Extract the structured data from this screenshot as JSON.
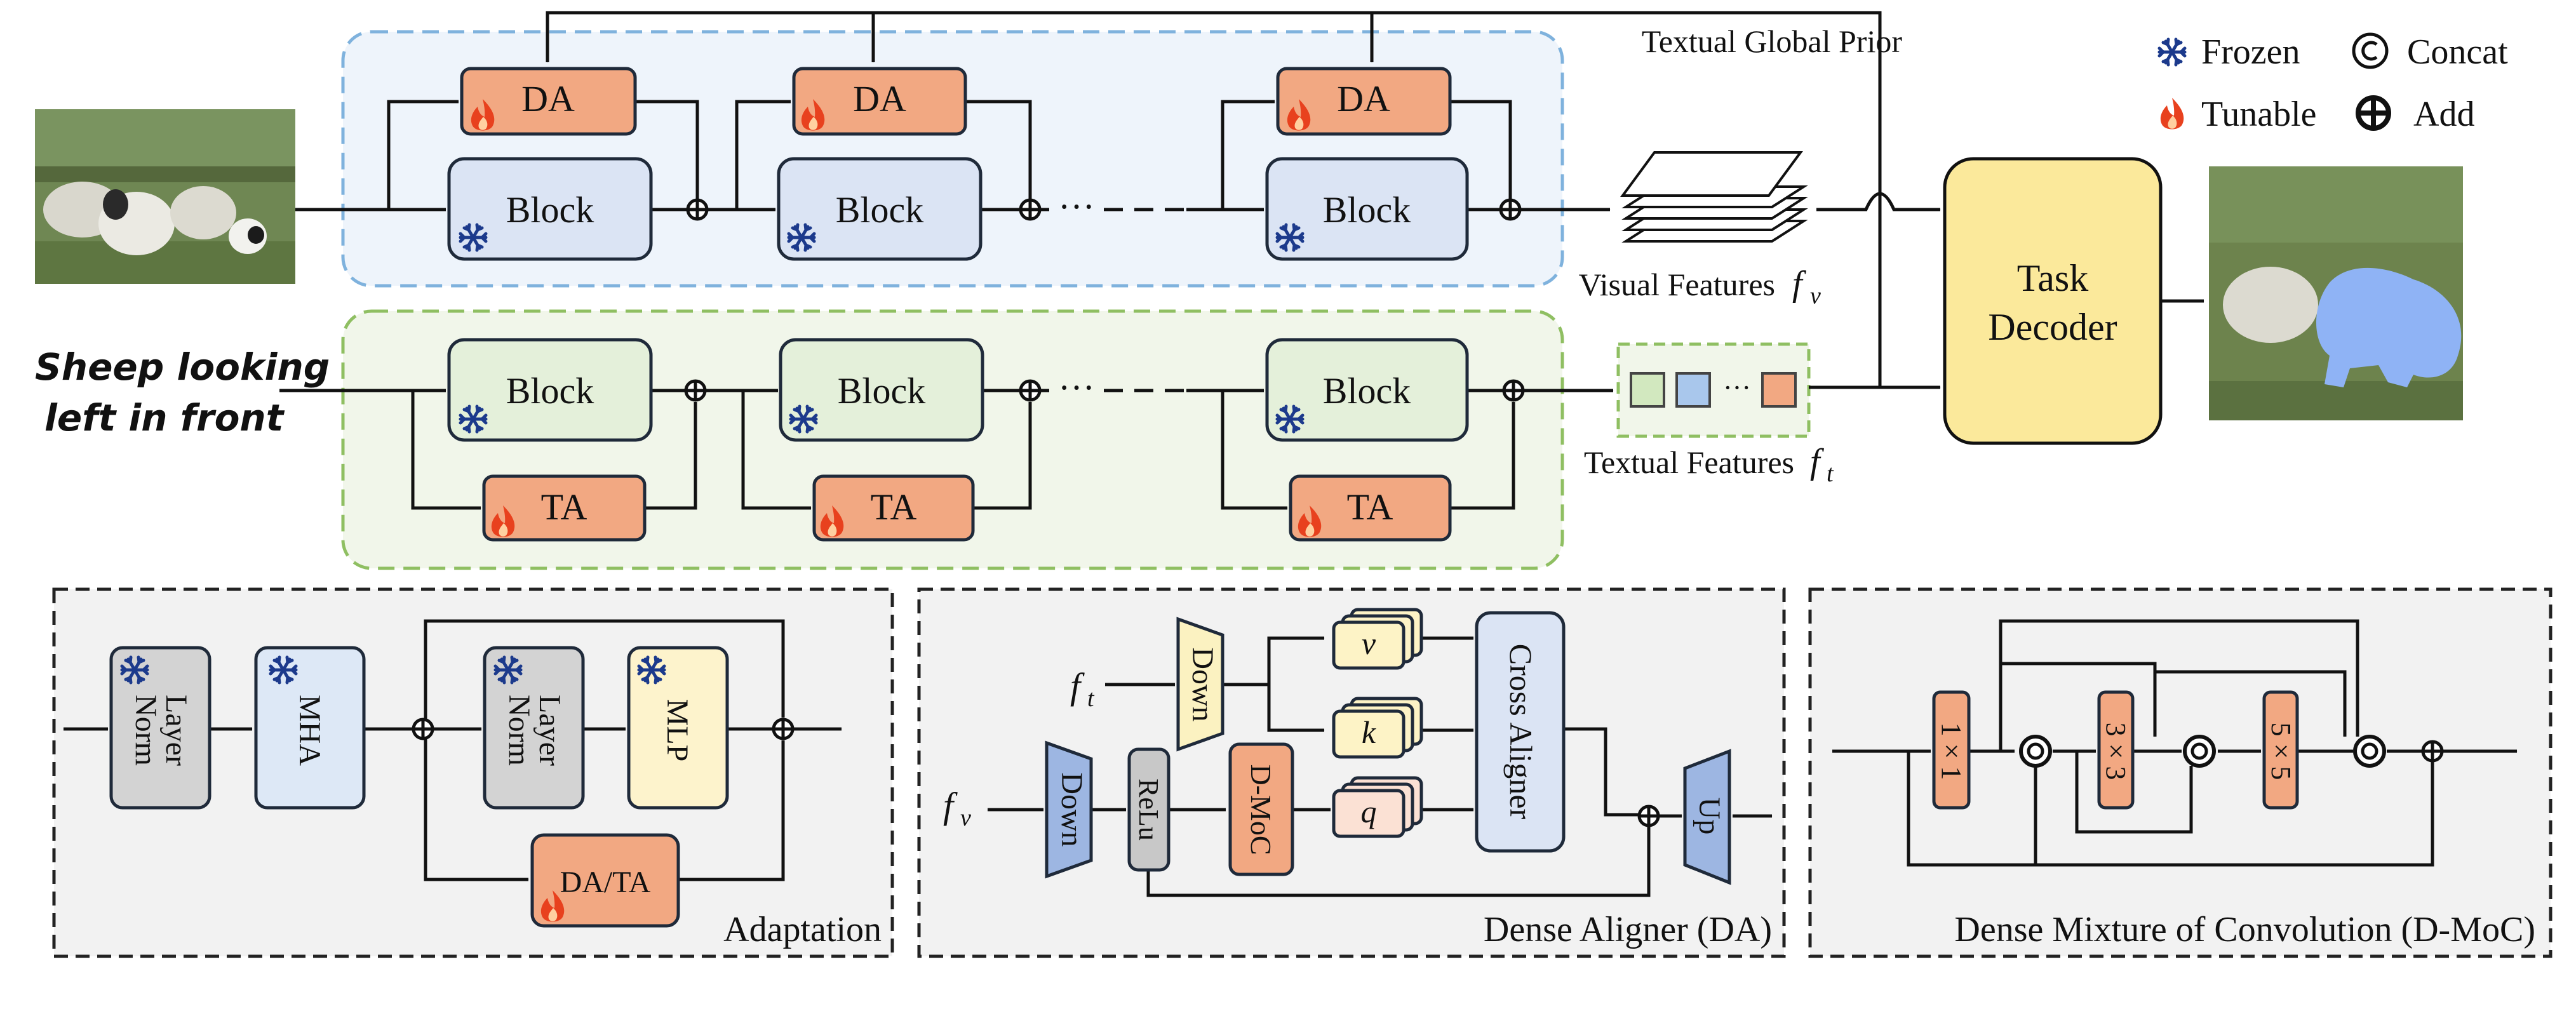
{
  "legend": {
    "frozen": "Frozen",
    "tunable": "Tunable",
    "concat": "Concat",
    "add": "Add"
  },
  "top": {
    "da_label": "DA",
    "block_label": "Block",
    "textual_global_prior": "Textual Global Prior",
    "visual_features": "Visual Features",
    "visual_sym": "f",
    "visual_sub": "v"
  },
  "text_branch": {
    "query_line1": "Sheep looking",
    "query_line2": "left in front",
    "block_label": "Block",
    "ta_label": "TA",
    "textual_features": "Textual Features",
    "textual_sym": "f",
    "textual_sub": "t"
  },
  "decoder": {
    "line1": "Task",
    "line2": "Decoder"
  },
  "dots": "···",
  "adaptation": {
    "title": "Adaptation",
    "layer_norm_1": "Layer",
    "layer_norm_2": "Norm",
    "mha": "MHA",
    "mlp": "MLP",
    "da_ta": "DA/TA"
  },
  "dense_aligner": {
    "title": "Dense Aligner (DA)",
    "ft_sym": "f",
    "ft_sub": "t",
    "fv_sym": "f",
    "fv_sub": "v",
    "down": "Down",
    "relu": "ReLu",
    "dmoc": "D-MoC",
    "v": "v",
    "k": "k",
    "q": "q",
    "cross_aligner": "Cross Aligner",
    "up": "Up"
  },
  "dmoc": {
    "title": "Dense Mixture of Convolution (D-MoC)",
    "conv1": "1 × 1",
    "conv3": "3 × 3",
    "conv5": "5 × 5"
  },
  "colors": {
    "orange": "#f2a882",
    "blue_block": "#dbe4f4",
    "green_block": "#e4f0da",
    "decoder": "#fbe99b",
    "panel_blue": "#eef4fb",
    "panel_green": "#f1f6ea",
    "panel_gray": "#f2f2f2",
    "ln_gray": "#d3d3d3",
    "mha_blue": "#dde8f6",
    "mlp_yellow": "#fdf3cc",
    "v_yellow": "#fdf3c6",
    "q_pink": "#fbe1d4",
    "trap_blue": "#9db6e2",
    "trap_yellow": "#fbf2c1",
    "snow": "#1c3a8c",
    "flame": "#e8411e",
    "mask": "#8fb3f5"
  }
}
